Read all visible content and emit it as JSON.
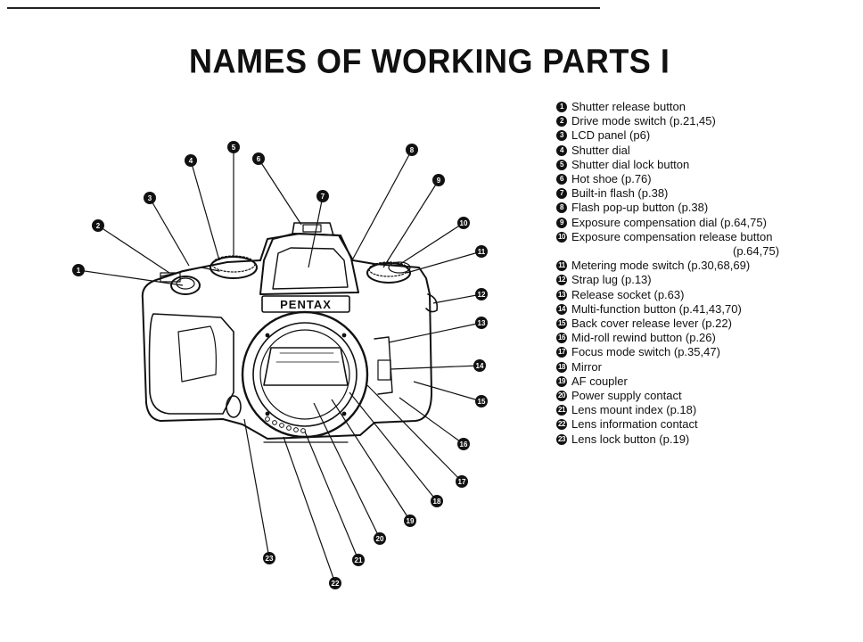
{
  "header": {
    "title": "NAMES OF WORKING PARTS I"
  },
  "camera": {
    "brand": "PENTAX"
  },
  "callouts": [
    "1",
    "2",
    "3",
    "4",
    "5",
    "6",
    "7",
    "8",
    "9",
    "10",
    "11",
    "12",
    "13",
    "14",
    "15",
    "16",
    "17",
    "18",
    "19",
    "20",
    "21",
    "22",
    "23"
  ],
  "parts": [
    {
      "num": "1",
      "name": "Shutter release button"
    },
    {
      "num": "2",
      "name": "Drive mode switch (p.21,45)"
    },
    {
      "num": "3",
      "name": "LCD panel (p6)"
    },
    {
      "num": "4",
      "name": "Shutter dial"
    },
    {
      "num": "5",
      "name": "Shutter dial lock button"
    },
    {
      "num": "6",
      "name": "Hot shoe (p.76)"
    },
    {
      "num": "7",
      "name": "Built-in flash (p.38)"
    },
    {
      "num": "8",
      "name": "Flash pop-up button (p.38)"
    },
    {
      "num": "9",
      "name": "Exposure compensation dial (p.64,75)"
    },
    {
      "num": "10",
      "name": "Exposure compensation release button",
      "cont": "(p.64,75)"
    },
    {
      "num": "11",
      "name": "Metering mode switch (p.30,68,69)"
    },
    {
      "num": "12",
      "name": "Strap lug (p.13)"
    },
    {
      "num": "13",
      "name": "Release socket (p.63)"
    },
    {
      "num": "14",
      "name": "Multi-function button (p.41,43,70)"
    },
    {
      "num": "15",
      "name": "Back cover release lever (p.22)"
    },
    {
      "num": "16",
      "name": "Mid-roll rewind button (p.26)"
    },
    {
      "num": "17",
      "name": "Focus mode switch (p.35,47)"
    },
    {
      "num": "18",
      "name": "Mirror"
    },
    {
      "num": "19",
      "name": "AF coupler"
    },
    {
      "num": "20",
      "name": "Power supply contact"
    },
    {
      "num": "21",
      "name": "Lens mount index (p.18)"
    },
    {
      "num": "22",
      "name": "Lens information contact"
    },
    {
      "num": "23",
      "name": "Lens lock button (p.19)"
    }
  ]
}
